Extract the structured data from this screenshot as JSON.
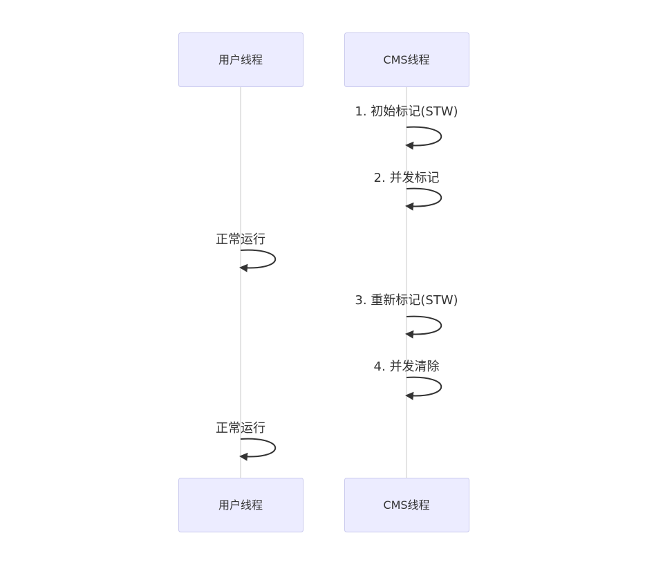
{
  "actors": [
    {
      "id": "user",
      "label": "用户线程"
    },
    {
      "id": "cms",
      "label": "CMS线程"
    }
  ],
  "messages": [
    {
      "actor": "cms",
      "label": "1. 初始标记(STW)"
    },
    {
      "actor": "cms",
      "label": "2. 并发标记"
    },
    {
      "actor": "user",
      "label": "正常运行"
    },
    {
      "actor": "cms",
      "label": "3. 重新标记(STW)"
    },
    {
      "actor": "cms",
      "label": "4. 并发清除"
    },
    {
      "actor": "user",
      "label": "正常运行"
    }
  ],
  "colors": {
    "actor_fill": "#ECECFF",
    "actor_stroke": "#C9C9EE",
    "lifeline": "#C8C8C8",
    "text": "#333333"
  }
}
